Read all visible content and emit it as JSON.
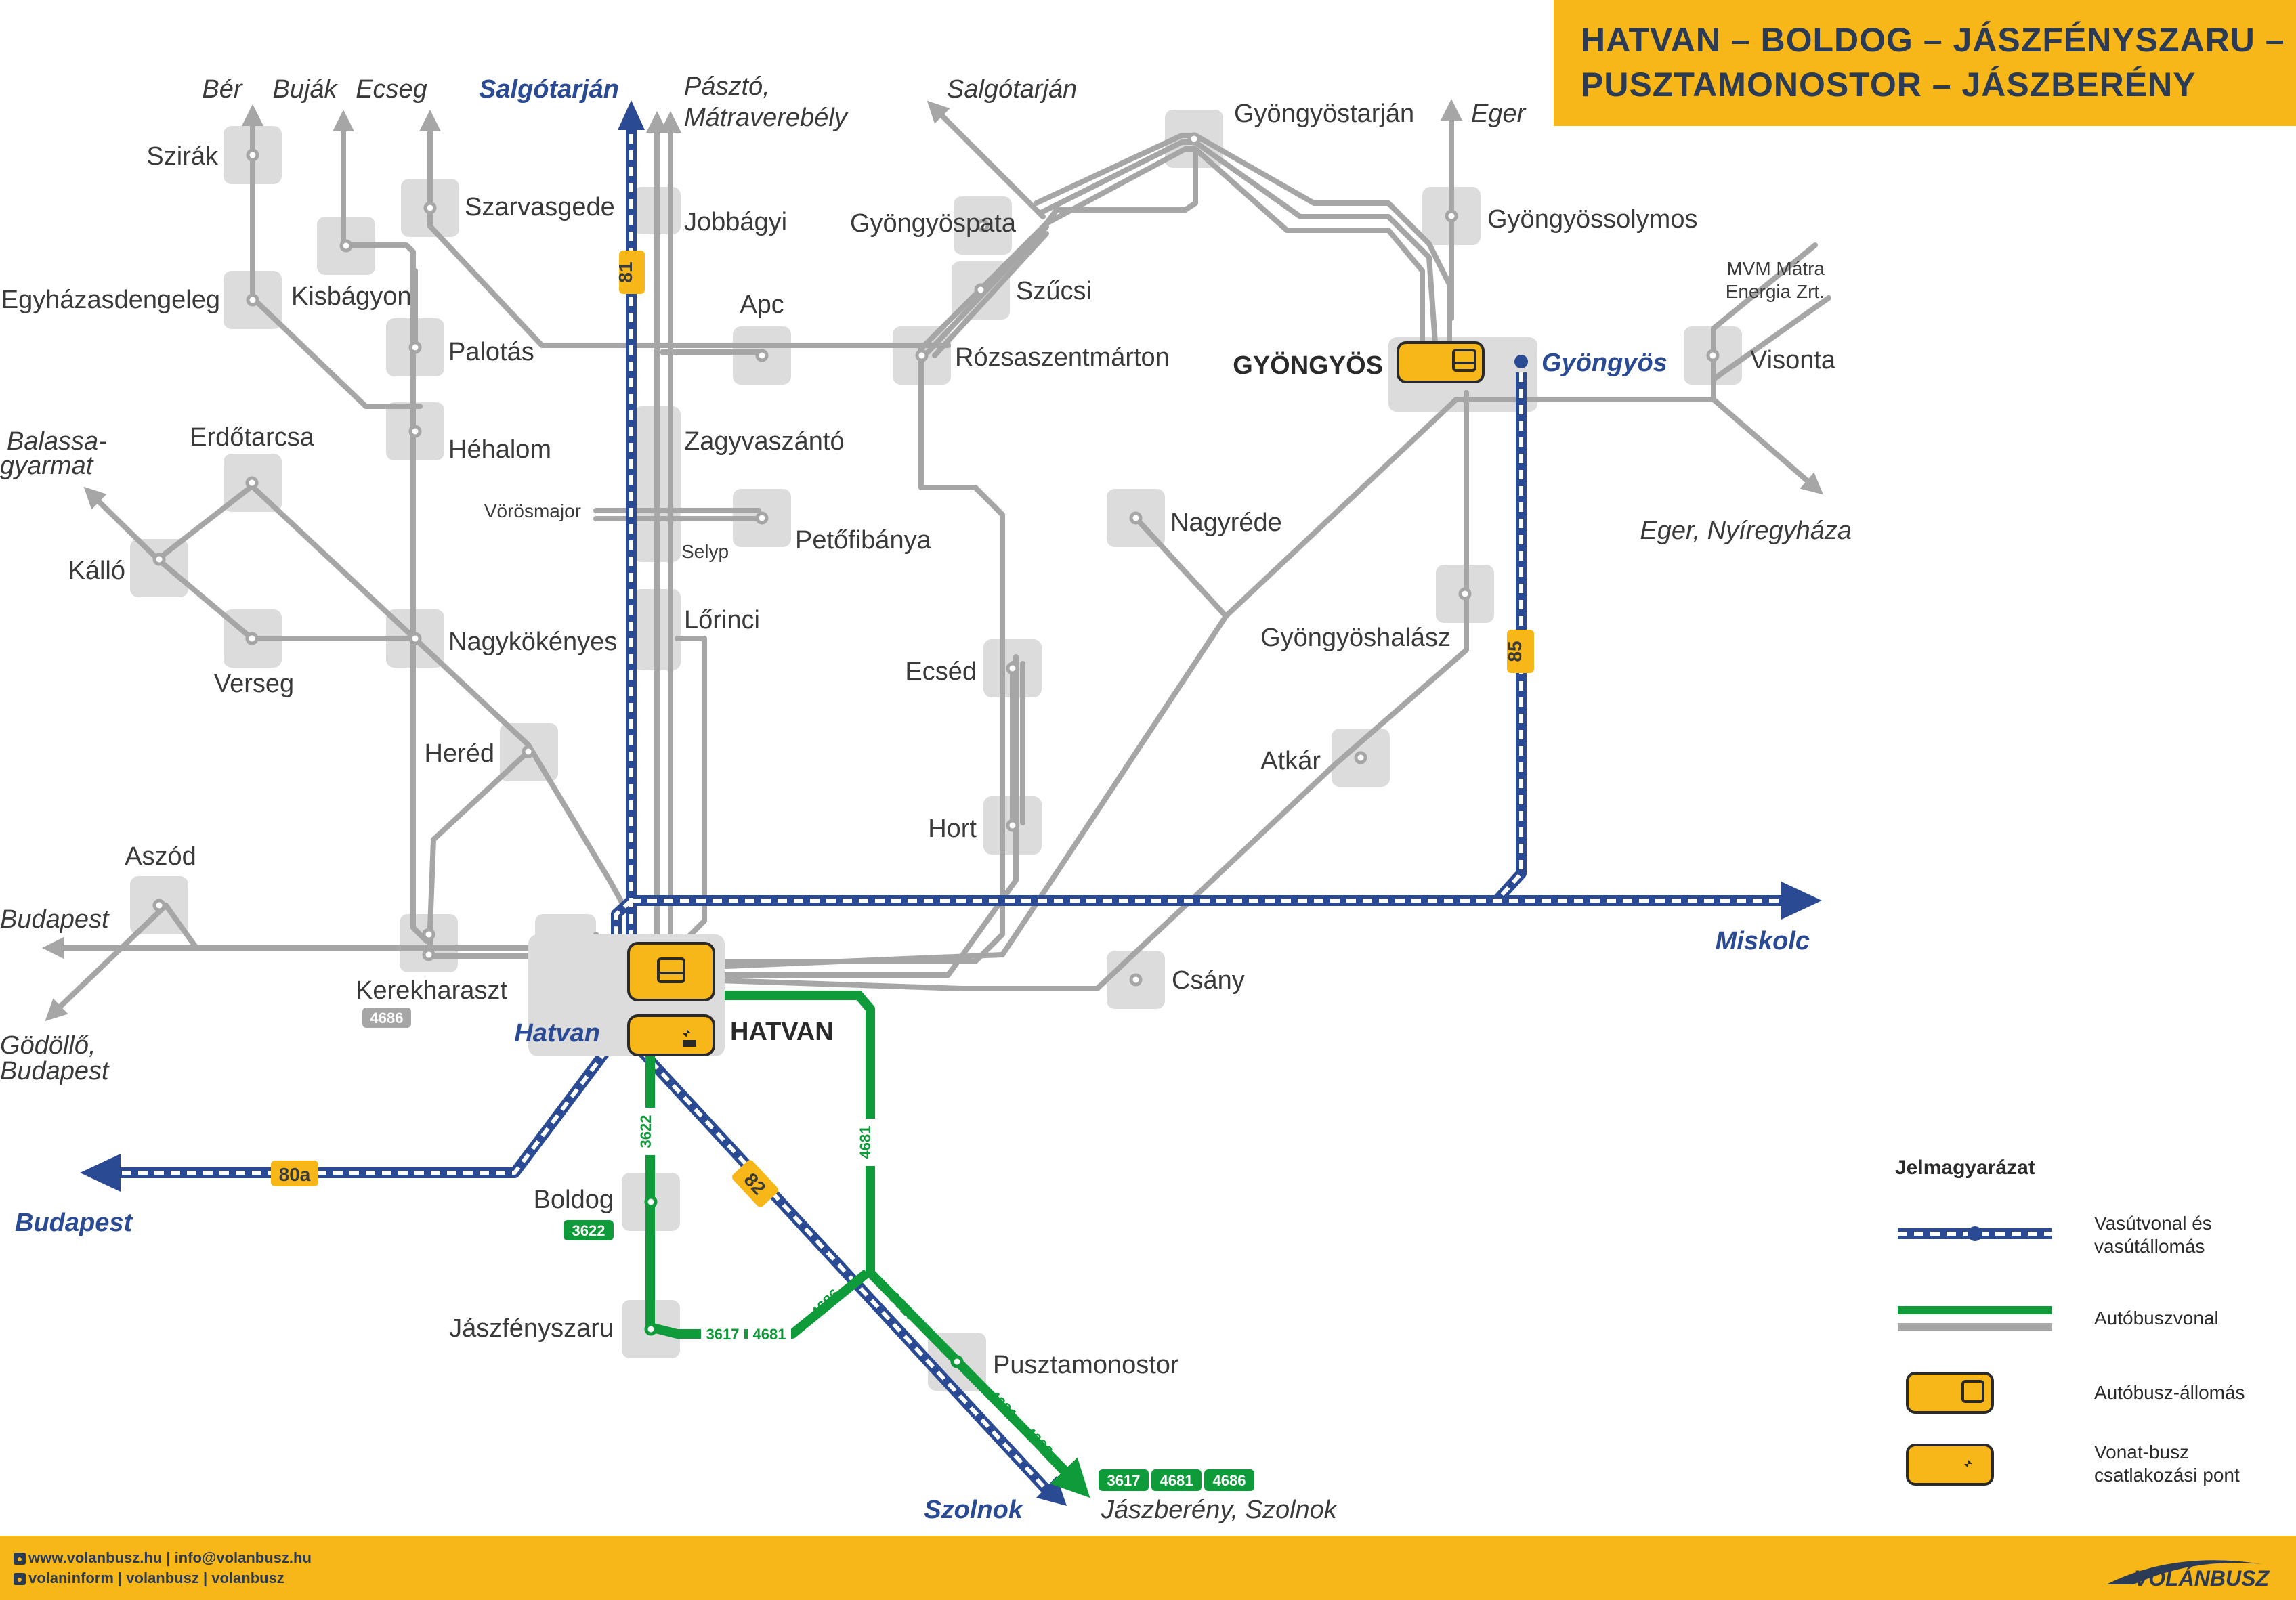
{
  "header": {
    "title_line1": "HATVAN – BOLDOG – JÁSZFÉNYSZARU –",
    "title_line2": "PUSZTAMONOSTOR – JÁSZBERÉNY"
  },
  "colors": {
    "rail": "#2b4a94",
    "bus_primary": "#0f9b3a",
    "bus_secondary": "#a6a6a6",
    "station_fill": "#f7b718",
    "stop_box": "#dcdcdc",
    "header_bg": "#f7b718"
  },
  "hubs": {
    "hatvan": "HATVAN",
    "gyongyos": "GYÖNGYÖS"
  },
  "rail_stations": {
    "hatvan": "Hatvan",
    "gyongyos": "Gyöngyös"
  },
  "rail_destinations": {
    "salgotarjan": "Salgótarján",
    "miskolc": "Miskolc",
    "budapest": "Budapest",
    "szolnok": "Szolnok"
  },
  "rail_lines": {
    "l81": "81",
    "l85": "85",
    "l80a": "80a",
    "l82": "82"
  },
  "bus_route_labels": {
    "r3622_vertical": "3622",
    "r4681_vertical": "4681",
    "r3617_a": "3617",
    "r4681_a": "4681",
    "r4686_a": "4686",
    "r3617_b": "3617",
    "r4681_b": "4681",
    "r4686_b": "4686",
    "boldog_badge": "3622",
    "kerekharaszt_badge": "4686",
    "final_1": "3617",
    "final_2": "4681",
    "final_3": "4686"
  },
  "stops": {
    "szirak": "Szirák",
    "egyhazasdengeleg": "Egyházasdengeleg",
    "kisbagyon": "Kisbágyon",
    "szarvasgede": "Szarvasgede",
    "palotas": "Palotás",
    "hehalom": "Héhalom",
    "erdotarcsa": "Erdőtarcsa",
    "kallo": "Kálló",
    "verseg": "Verseg",
    "nagykokenyes": "Nagykökényes",
    "hered": "Heréd",
    "aszod": "Aszód",
    "kerekharaszt": "Kerekharaszt",
    "jobbagyi": "Jobbágyi",
    "apc": "Apc",
    "zagyvaszanto": "Zagyvaszántó",
    "vorosmajor": "Vörösmajor",
    "selyp": "Selyp",
    "petofibanya": "Petőfibánya",
    "lorinci": "Lőrinci",
    "gyongyospata": "Gyöngyöspata",
    "szucsi": "Szűcsi",
    "rozsaszentmarton": "Rózsaszentmárton",
    "gyongyostarjan": "Gyöngyöstarján",
    "gyongyossolymos": "Gyöngyössolymos",
    "visonta": "Visonta",
    "nagyrede": "Nagyréde",
    "gyongyoshalasz": "Gyöngyöshalász",
    "atkar": "Atkár",
    "ecsed": "Ecséd",
    "hort": "Hort",
    "csany": "Csány",
    "boldog": "Boldog",
    "jaszfenyszaru": "Jászfényszaru",
    "pusztamonostor": "Pusztamonostor"
  },
  "destinations": {
    "ber": "Bér",
    "bujak": "Buják",
    "ecseg": "Ecseg",
    "paszto_1": "Pásztó,",
    "paszto_2": "Mátraverebély",
    "salgotarjan_bus": "Salgótarján",
    "eger": "Eger",
    "mvm_1": "MVM Mátra",
    "mvm_2": "Energia Zrt.",
    "eger_nyiregyhaza": "Eger, Nyíregyháza",
    "balassagyarmat_1": "Balassa-",
    "balassagyarmat_2": "gyarmat",
    "budapest_bus": "Budapest",
    "godollo_1": "Gödöllő,",
    "godollo_2": "Budapest",
    "jaszbereny_szolnok": "Jászberény, Szolnok"
  },
  "legend": {
    "title": "Jelmagyarázat",
    "rail_line": "Vasútvonal és",
    "rail_line_2": "vasútállomás",
    "bus_line": "Autóbuszvonal",
    "bus_station": "Autóbusz-állomás",
    "transfer_1": "Vonat-busz",
    "transfer_2": "csatlakozási pont"
  },
  "footer": {
    "line1": "www.volanbusz.hu | info@volanbusz.hu",
    "line2": "volaninform | volanbusz | volanbusz",
    "brand": "VOLÁNBUSZ"
  }
}
